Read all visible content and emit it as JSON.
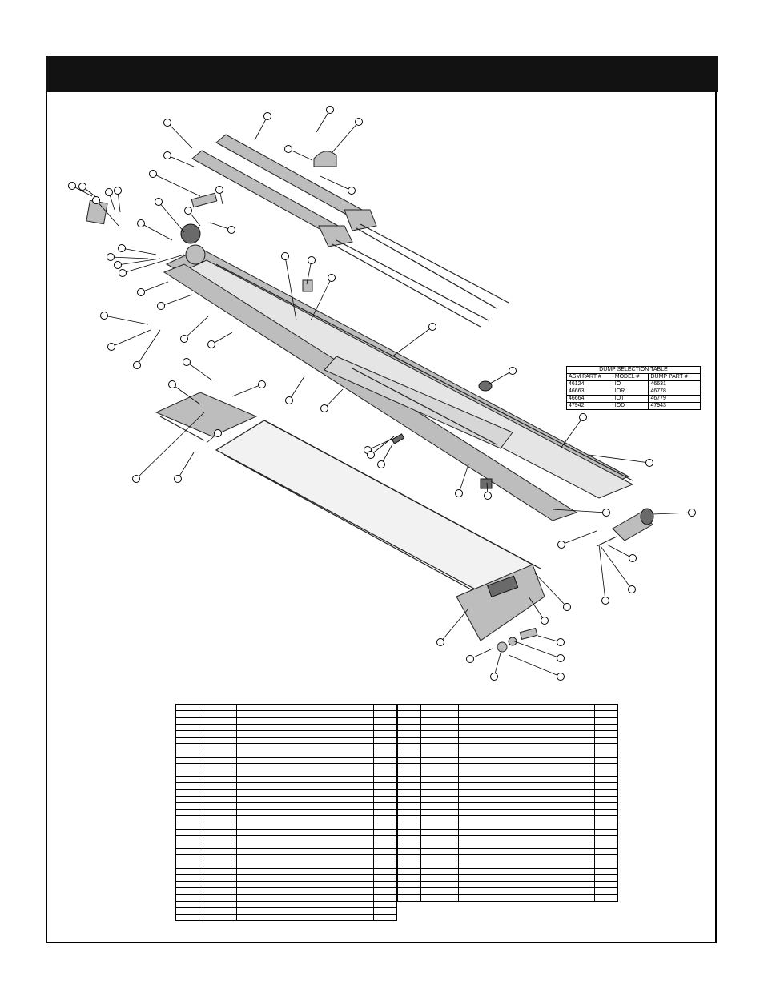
{
  "page": {
    "title": "",
    "accent": "#121212"
  },
  "dump_table": {
    "caption": "DUMP SELECTION TABLE",
    "headers": [
      "ASM PART #",
      "MODEL #",
      "DUMP PART #"
    ],
    "rows": [
      [
        "46124",
        "IO",
        "46631"
      ],
      [
        "46663",
        "IOR",
        "46778"
      ],
      [
        "46664",
        "IOT",
        "46779"
      ],
      [
        "47942",
        "IOD",
        "47943"
      ]
    ]
  },
  "parts_table": {
    "left_rows": 33,
    "right_rows": 30,
    "columns": 4
  }
}
